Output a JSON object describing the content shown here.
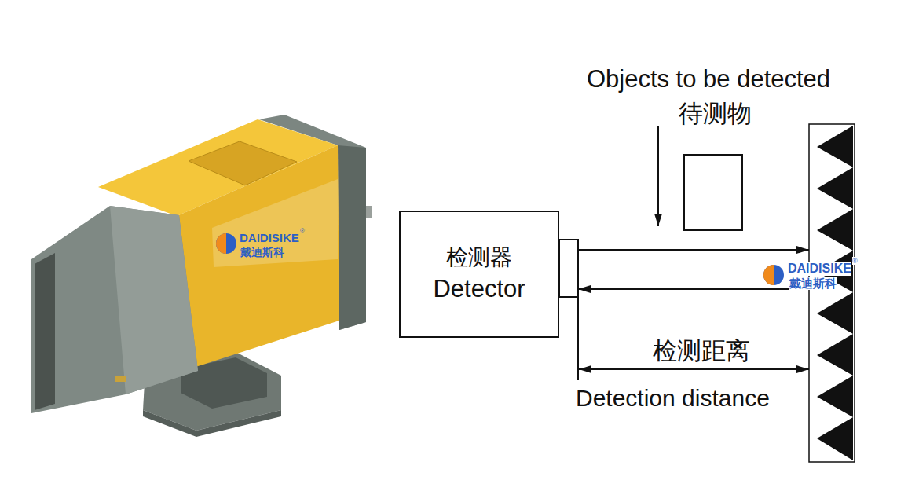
{
  "diagram": {
    "nodes": [
      {
        "text": [
          "检测器",
          "Detector"
        ]
      },
      {
        "text": [
          "Objects to be detected",
          "待测物"
        ]
      }
    ],
    "labels": [
      "DAIDISIKE",
      "®",
      "戴迪斯科",
      "DAIDISIKE",
      "®",
      "戴迪斯科",
      "检测距离",
      "Detection distance"
    ]
  }
}
